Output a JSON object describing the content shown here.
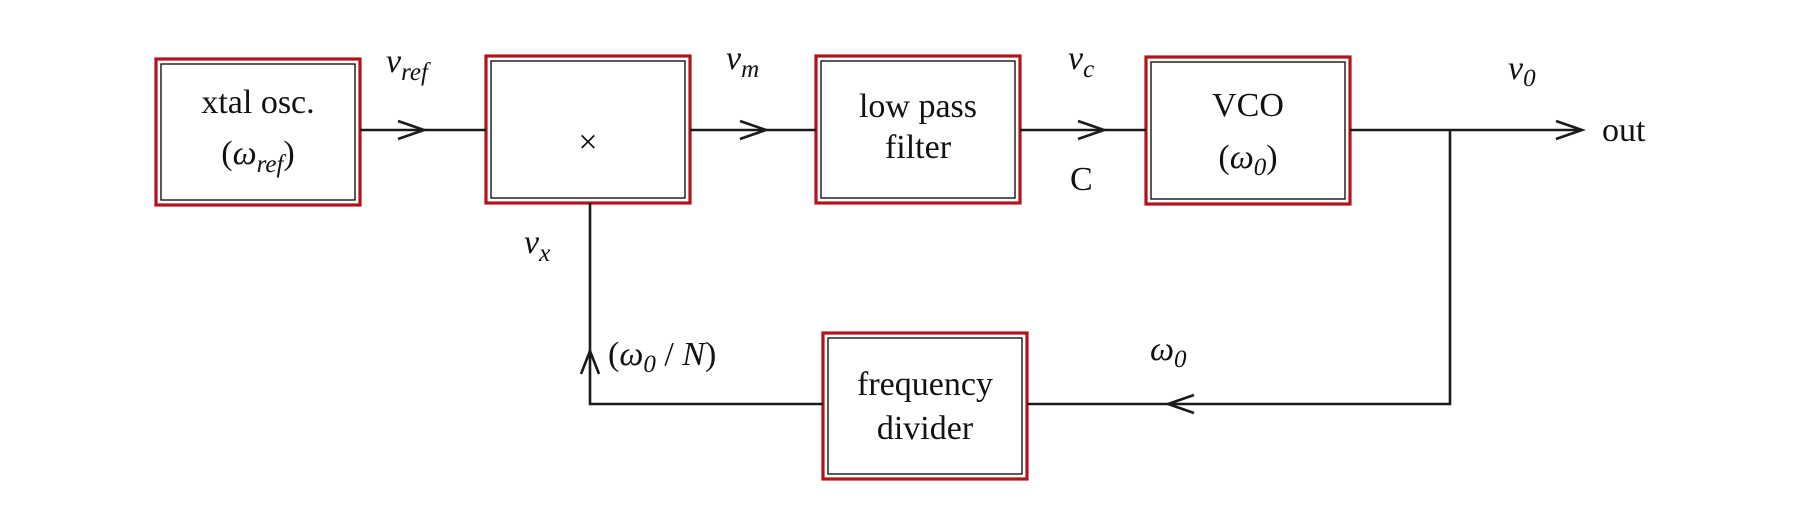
{
  "colors": {
    "block_border": "#b0151b",
    "line": "#1a1a1a",
    "text": "#111111"
  },
  "blocks": {
    "xtal": {
      "line1": "xtal osc.",
      "line2_open": "(",
      "line2_sym": "ω",
      "line2_sub": "ref",
      "line2_close": ")"
    },
    "mixer": {
      "symbol": "×"
    },
    "lpf": {
      "line1": "low pass",
      "line2": "filter"
    },
    "vco": {
      "line1": "VCO",
      "line2_open": "(",
      "line2_sym": "ω",
      "line2_sub": "0",
      "line2_close": ")"
    },
    "divider": {
      "line1": "frequency",
      "line2": "divider"
    }
  },
  "signals": {
    "v_ref": {
      "sym": "v",
      "sub": "ref"
    },
    "v_m": {
      "sym": "v",
      "sub": "m"
    },
    "v_c": {
      "sym": "v",
      "sub": "c"
    },
    "c_label": "C",
    "v_0": {
      "sym": "v",
      "sub": "0"
    },
    "v_x": {
      "sym": "v",
      "sub": "x"
    },
    "omega_0": {
      "sym": "ω",
      "sub": "0"
    },
    "omega_0_over_n": {
      "open": "(",
      "sym": "ω",
      "sub": "0",
      "div": " / ",
      "n": "N",
      "close": ")"
    },
    "out": "out"
  }
}
